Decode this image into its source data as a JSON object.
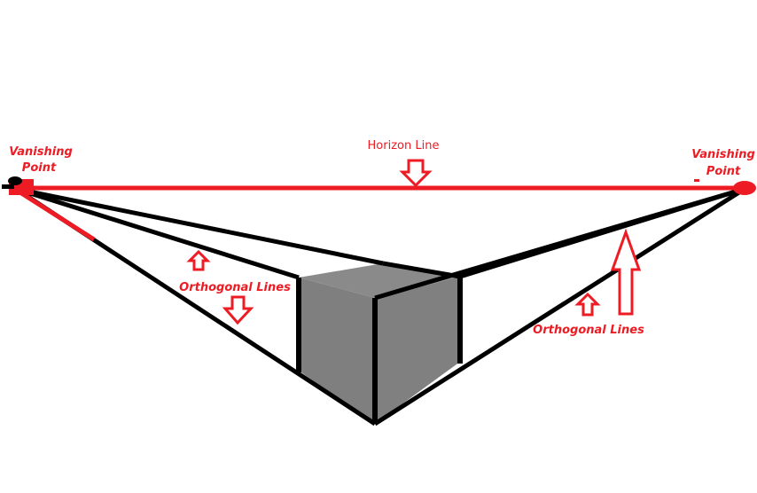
{
  "labels": {
    "vanishing_point_left_line1": "Vanishing",
    "vanishing_point_left_line2": "Point",
    "vanishing_point_right_line1": "Vanishing",
    "vanishing_point_right_line2": "Point",
    "horizon_line": "Horizon Line",
    "orthogonal_lines_left": "Orthogonal Lines",
    "orthogonal_lines_right": "Orthogonal Lines"
  },
  "colors": {
    "annotation": "#ed1c24",
    "lines": "#000000",
    "cube_left_face": "#7f7f7f",
    "cube_right_face": "#808080",
    "cube_top_face": "#8a8a8a",
    "background": "#ffffff"
  }
}
